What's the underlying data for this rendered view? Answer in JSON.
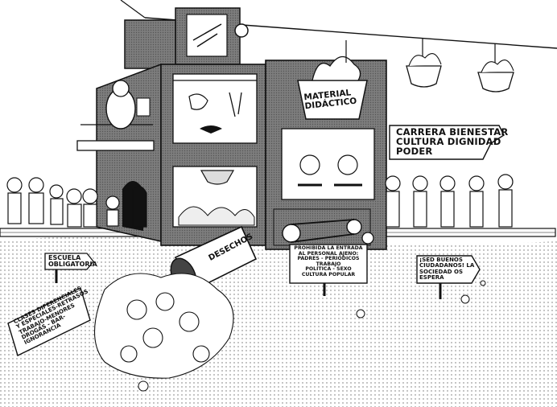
{
  "labels": {
    "material_didactico": [
      "MATERIAL",
      "DIDÁCTICO"
    ],
    "banner": [
      "CARRERA BIENESTAR",
      "CULTURA DIGNIDAD",
      "PODER"
    ],
    "desechos": "DESECHOS",
    "escuela": [
      "ESCUELA",
      "OBLIGATORIA"
    ],
    "prohibida": [
      "PROHIBIDA LA ENTRADA",
      "AL PERSONAL AJENO:",
      "PADRES - PERIÓDICOS",
      "TRABAJO",
      "POLÍTICA - SEXO",
      "CULTURA POPULAR"
    ],
    "sed_buenos": [
      "¡SED BUENOS",
      "CIUDADANOS! LA",
      "SOCIEDAD OS",
      "ESPERA"
    ],
    "clases": [
      "CLASES DIFERENCIALES",
      "Y ESPECIALES-RETRASOS",
      "TRABAJO-MENORES",
      "DROGAS - BAR-",
      "IGNORANCIA"
    ]
  },
  "colors": {
    "ink": "#111111",
    "tone": "#8a8a8a",
    "paper": "#ffffff"
  }
}
